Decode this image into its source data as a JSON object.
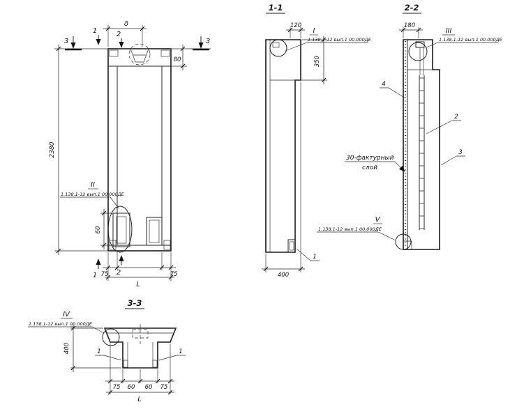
{
  "views": {
    "main": {
      "dims": {
        "delta": "δ",
        "h2380": "2380",
        "h80": "80",
        "h60": "60",
        "w75l": "75",
        "w75r": "75",
        "wL": "L"
      },
      "markers": {
        "m1t": "1",
        "m2t": "2",
        "m3l": "3",
        "m3r": "3",
        "m1b": "1",
        "m2b": "2"
      },
      "detail": {
        "ref": "II",
        "note": "1.138.1-12 вып.1 00.000ДЕ"
      }
    },
    "s11": {
      "title": "1-1",
      "dims": {
        "w120": "120",
        "h350": "350",
        "w400": "400"
      },
      "detail": {
        "ref": "I",
        "note": "1.138.1-12 вып.1 00.000ДЕ"
      },
      "callouts": {
        "c1": "1"
      }
    },
    "s22": {
      "title": "2-2",
      "dims": {
        "w180": "180"
      },
      "detail_top": {
        "ref": "III",
        "note": "1.138.1-12 вып.1 00.000ДЕ"
      },
      "detail_bottom": {
        "ref": "V",
        "note": "1.138.1-12 вып.1 00.000ДЕ"
      },
      "callouts": {
        "c4": "4",
        "c2": "2",
        "c3": "3"
      },
      "layer_note": {
        "line1": "30-фактурный",
        "line2": "слой"
      }
    },
    "s33": {
      "title": "3-3",
      "detail": {
        "ref": "IV",
        "note": "1.138.1-12 вып.1 00.000ДЕ"
      },
      "dims": {
        "h400": "400",
        "w75l": "75",
        "w60l": "60",
        "w60r": "60",
        "w75r": "75",
        "wL": "L"
      },
      "callouts": {
        "c1l": "1",
        "c1r": "1"
      }
    }
  }
}
